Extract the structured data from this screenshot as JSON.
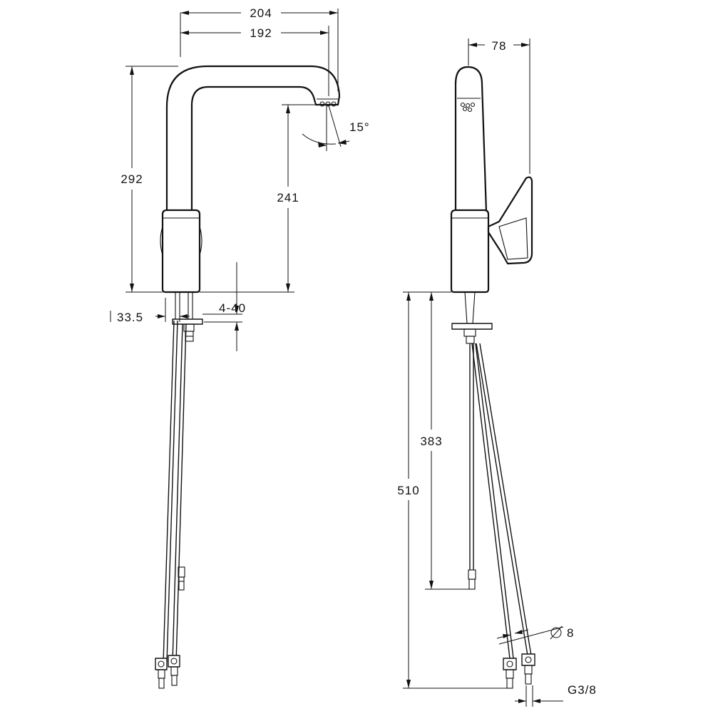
{
  "dimensions": {
    "overall_reach": "204",
    "spout_reach": "192",
    "total_height": "292",
    "spout_height": "241",
    "swivel_angle": "15°",
    "base_offset": "33.5",
    "counter_thickness": "4-40",
    "side_depth": "78",
    "hose_length_short": "383",
    "hose_length_long": "510",
    "hose_diameter": "8",
    "thread_size": "G3/8"
  }
}
